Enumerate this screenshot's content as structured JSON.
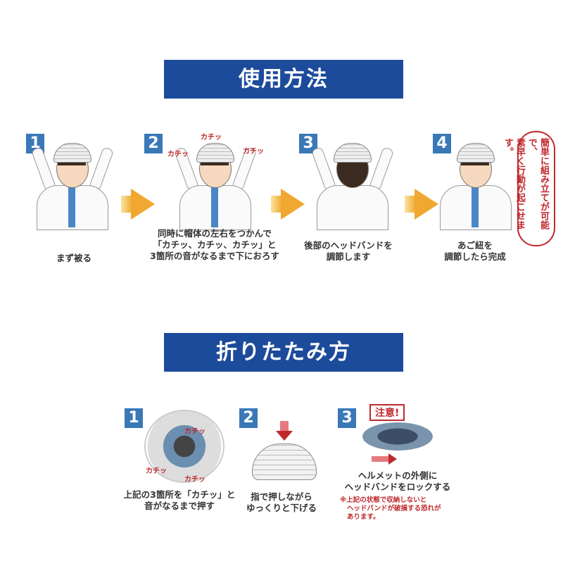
{
  "usage": {
    "title": "使用方法",
    "steps": [
      {
        "num": "1",
        "caption": [
          "まず被る"
        ]
      },
      {
        "num": "2",
        "caption": [
          "同時に帽体の左右をつかんで",
          "「カチッ、カチッ、カチッ」と",
          "3箇所の音がなるまで下におろす"
        ],
        "sound": "カチッ"
      },
      {
        "num": "3",
        "caption": [
          "後部のヘッドバンドを",
          "調節します"
        ]
      },
      {
        "num": "4",
        "caption": [
          "あご紐を",
          "調節したら完成"
        ]
      }
    ],
    "bubble": [
      "簡単に組み立てが可能で、",
      "素早く行動が起こせます。"
    ]
  },
  "fold": {
    "title": "折りたたみ方",
    "steps": [
      {
        "num": "1",
        "caption": [
          "上記の3箇所を「カチッ」と",
          "音がなるまで押す"
        ],
        "sound": "カチッ"
      },
      {
        "num": "2",
        "caption": [
          "指で押しながら",
          "ゆっくりと下げる"
        ]
      },
      {
        "num": "3",
        "caption": [
          "ヘルメットの外側に",
          "ヘッドバンドをロックする"
        ],
        "warning": "注意!",
        "note": [
          "※上記の状態で収納しないと",
          "ヘッドバンドが破損する恐れが",
          "あります。"
        ]
      }
    ]
  },
  "colors": {
    "banner": "#1d4b9b",
    "badge": "#3a78b8",
    "arrow": "#f0a830",
    "warning": "#c0282c"
  }
}
